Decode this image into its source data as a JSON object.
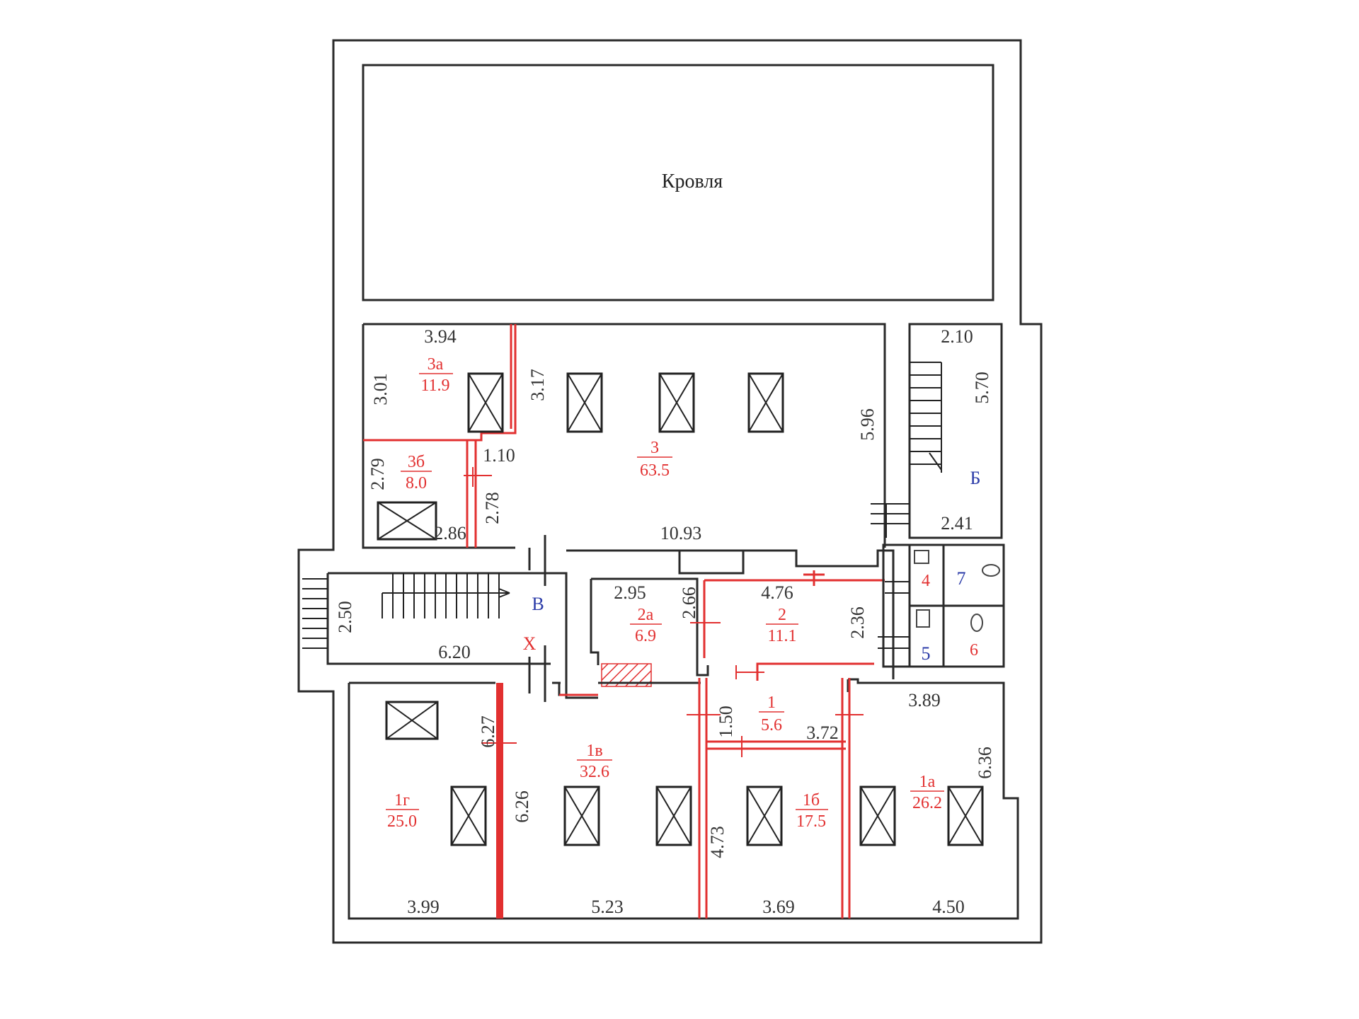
{
  "roof_label": "Кровля",
  "rooms": [
    {
      "id": "room-3a",
      "num": "3а",
      "area": "11.9"
    },
    {
      "id": "room-3b",
      "num": "3б",
      "area": "8.0"
    },
    {
      "id": "room-3",
      "num": "3",
      "area": "63.5"
    },
    {
      "id": "room-2a",
      "num": "2а",
      "area": "6.9"
    },
    {
      "id": "room-2",
      "num": "2",
      "area": "11.1"
    },
    {
      "id": "room-1",
      "num": "1",
      "area": "5.6"
    },
    {
      "id": "room-1g",
      "num": "1г",
      "area": "25.0"
    },
    {
      "id": "room-1v",
      "num": "1в",
      "area": "32.6"
    },
    {
      "id": "room-1b",
      "num": "1б",
      "area": "17.5"
    },
    {
      "id": "room-1a",
      "num": "1а",
      "area": "26.2"
    }
  ],
  "room_numbers": {
    "r4": "4",
    "r5": "5",
    "r6": "6",
    "r7": "7"
  },
  "stair_labels": {
    "b": "Б",
    "v": "В",
    "x": "Х"
  },
  "dimensions": {
    "d394": "3.94",
    "d301": "3.01",
    "d317": "3.17",
    "d279": "2.79",
    "d110": "1.10",
    "d278": "2.78",
    "d286": "2.86",
    "d596": "5.96",
    "d1093": "10.93",
    "d210": "2.10",
    "d570": "5.70",
    "d241": "2.41",
    "d250": "2.50",
    "d620": "6.20",
    "d295": "2.95",
    "d266": "2.66",
    "d476": "4.76",
    "d236": "2.36",
    "d150": "1.50",
    "d372": "3.72",
    "d389": "3.89",
    "d636": "6.36",
    "d627": "6.27",
    "d626": "6.26",
    "d473": "4.73",
    "d399": "3.99",
    "d523": "5.23",
    "d369": "3.69",
    "d450": "4.50"
  },
  "colors": {
    "walls": "#2a2a2a",
    "partitions": "#e23030",
    "stair_letters": "#2b3ba8"
  }
}
